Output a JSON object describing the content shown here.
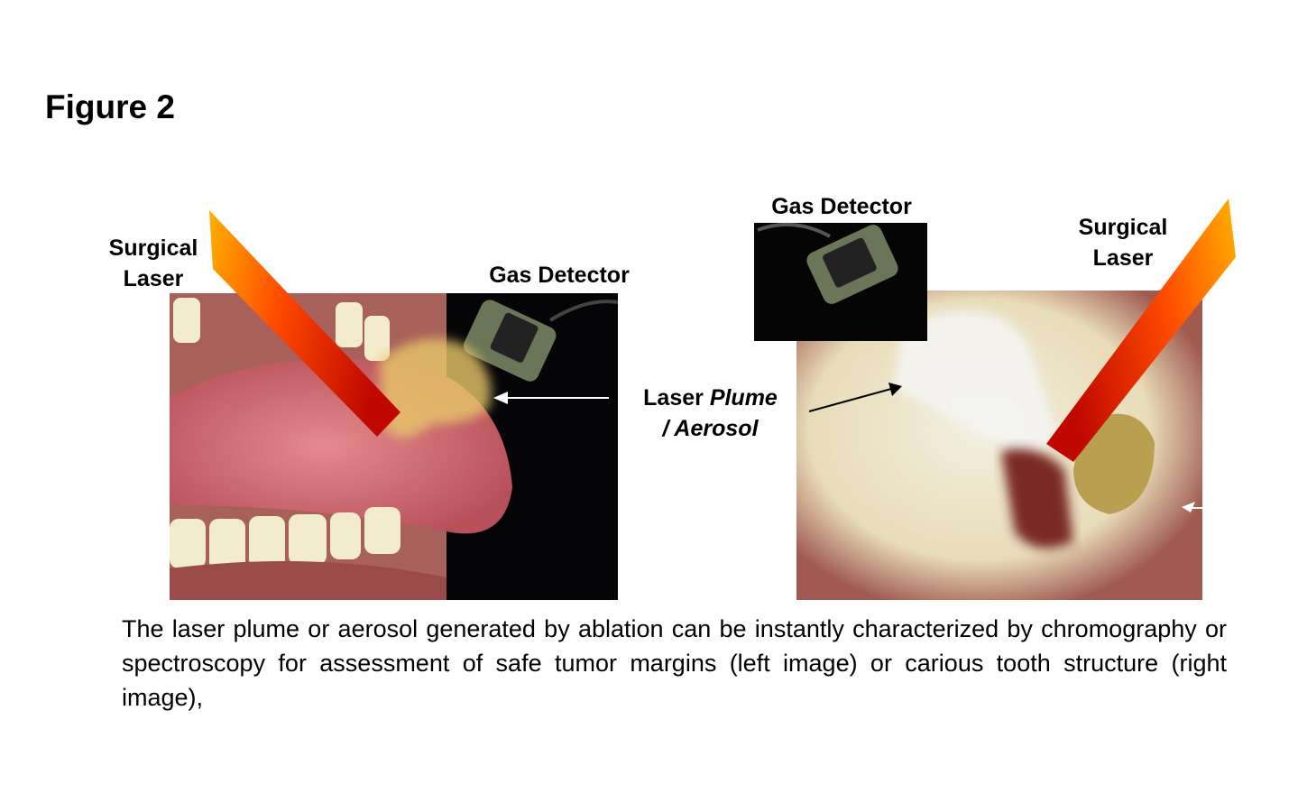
{
  "figure": {
    "title": "Figure 2",
    "left_panel": {
      "laser_label_line1": "Surgical",
      "laser_label_line2": "Laser",
      "detector_label": "Gas Detector"
    },
    "center_label": {
      "line1_regular": "Laser ",
      "line1_italic": "Plume",
      "line2": "/ Aerosol"
    },
    "right_panel": {
      "detector_label": "Gas Detector",
      "laser_label_line1": "Surgical",
      "laser_label_line2": "Laser"
    },
    "caption": "The laser plume or aerosol generated by ablation can be instantly characterized by chromography or spectroscopy for assessment of safe tumor margins (left image) or carious tooth structure (right image),"
  },
  "colors": {
    "laser_hot": "#ff9a00",
    "laser_edge": "#c81a00",
    "plume": "#e8c86a"
  }
}
